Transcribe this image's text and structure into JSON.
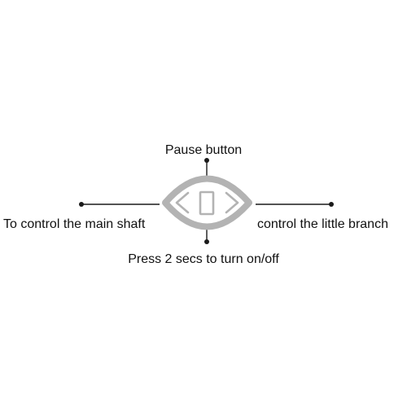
{
  "labels": {
    "pause": "Pause button",
    "left": "To control the main shaft",
    "right": "control the little branch",
    "bottom": "Press 2 secs to turn on/off"
  },
  "icons": {
    "left": "chevron-left-icon",
    "center": "rectangle-icon",
    "right": "chevron-right-icon"
  },
  "colors": {
    "controller": "#b3b3b3",
    "line": "#1a1a1a",
    "text": "#111111"
  }
}
